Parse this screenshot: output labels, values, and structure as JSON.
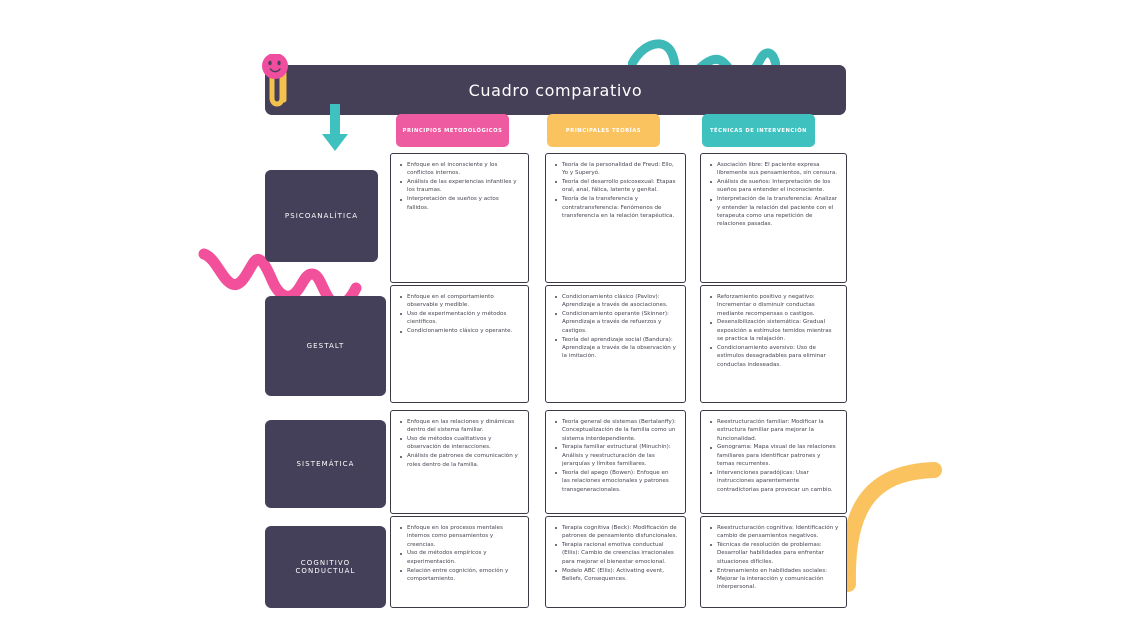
{
  "title": {
    "text": "Cuadro comparativo"
  },
  "colors": {
    "dark": "#453f58",
    "pink": "#ef5ba1",
    "yellow": "#fbc360",
    "teal": "#3fc1c0",
    "text": "#44444f",
    "background": "#ffffff"
  },
  "decorations": [
    {
      "name": "paperclip-icon",
      "color": "#f2c14e"
    },
    {
      "name": "smiley-face-icon",
      "color": "#ef4d9e"
    },
    {
      "name": "teal-squiggle-icon",
      "color": "#3fb8b8"
    },
    {
      "name": "pink-squiggle-icon",
      "color": "#f2509b"
    },
    {
      "name": "yellow-arc-icon",
      "color": "#fbc360"
    },
    {
      "name": "teal-down-arrow-icon",
      "color": "#3fc1c0"
    }
  ],
  "columns": [
    {
      "label": "PRINCIPIOS METODOLÓGICOS",
      "color": "#ef5ba1"
    },
    {
      "label": "PRINCIPALES TEORÍAS",
      "color": "#fbc360"
    },
    {
      "label": "TÉCNICAS DE INTERVENCIÓN",
      "color": "#3fc1c0"
    }
  ],
  "rows": [
    {
      "label": "PSICOANALÍTICA",
      "cells": [
        [
          "Enfoque en el inconsciente y los conflictos internos.",
          "Análisis de las experiencias infantiles y los traumas.",
          "Interpretación de sueños y actos fallidos."
        ],
        [
          "Teoría de la personalidad de Freud: Ello, Yo y Superyó.",
          "Teoría del desarrollo psicosexual: Etapas oral, anal, fálica, latente y genital.",
          "Teoría de la transferencia y contratransferencia: Fenómenos de transferencia en la relación terapéutica."
        ],
        [
          "Asociación libre: El paciente expresa libremente sus pensamientos, sin censura.",
          "Análisis de sueños: Interpretación de los sueños para entender el inconsciente.",
          "Interpretación de la transferencia: Analizar y entender la relación del paciente con el terapeuta como una repetición de relaciones pasadas."
        ]
      ]
    },
    {
      "label": "GESTALT",
      "cells": [
        [
          "Enfoque en el comportamiento observable y medible.",
          "Uso de experimentación y métodos científicos.",
          "Condicionamiento clásico y operante."
        ],
        [
          "Condicionamiento clásico (Pavlov): Aprendizaje a través de asociaciones.",
          "Condicionamiento operante (Skinner): Aprendizaje a través de refuerzos y castigos.",
          "Teoría del aprendizaje social (Bandura): Aprendizaje a través de la observación y la imitación."
        ],
        [
          "Reforzamiento positivo y negativo: Incrementar o disminuir conductas mediante recompensas o castigos.",
          "Desensibilización sistemática: Gradual exposición a estímulos temidos mientras se practica la relajación.",
          "Condicionamiento aversivo: Uso de estímulos desagradables para eliminar conductas indeseadas."
        ]
      ]
    },
    {
      "label": "SISTEMÁTICA",
      "cells": [
        [
          "Enfoque en las relaciones y dinámicas dentro del sistema familiar.",
          "Uso de métodos cualitativos y observación de interacciones.",
          "Análisis de patrones de comunicación y roles dentro de la familia."
        ],
        [
          "Teoría general de sistemas (Bertalanffy): Conceptualización de la familia como un sistema interdependiente.",
          "Terapia familiar estructural (Minuchin): Análisis y reestructuración de las jerarquías y límites familiares.",
          "Teoría del apego (Bowen): Enfoque en las relaciones emocionales y patrones transgeneracionales."
        ],
        [
          "Reestructuración familiar: Modificar la estructura familiar para mejorar la funcionalidad.",
          "Genograma: Mapa visual de las relaciones familiares para identificar patrones y temas recurrentes.",
          "Intervenciones paradójicas: Usar instrucciones aparentemente contradictorias para provocar un cambio."
        ]
      ]
    },
    {
      "label": "COGNITIVO CONDUCTUAL",
      "cells": [
        [
          "Enfoque en los procesos mentales internos como pensamientos y creencias.",
          "Uso de métodos empíricos y experimentación.",
          "Relación entre cognición, emoción y comportamiento."
        ],
        [
          "Terapia cognitiva (Beck): Modificación de patrones de pensamiento disfuncionales.",
          "Terapia racional emotiva conductual (Ellis): Cambio de creencias irracionales para mejorar el bienestar emocional.",
          "Modelo ABC (Ellis): Activating event, Beliefs, Consequences."
        ],
        [
          "Reestructuración cognitiva: Identificación y cambio de pensamientos negativos.",
          "Técnicas de resolución de problemas: Desarrollar habilidades para enfrentar situaciones difíciles.",
          "Entrenamiento en habilidades sociales: Mejorar la interacción y comunicación interpersonal."
        ]
      ]
    }
  ]
}
